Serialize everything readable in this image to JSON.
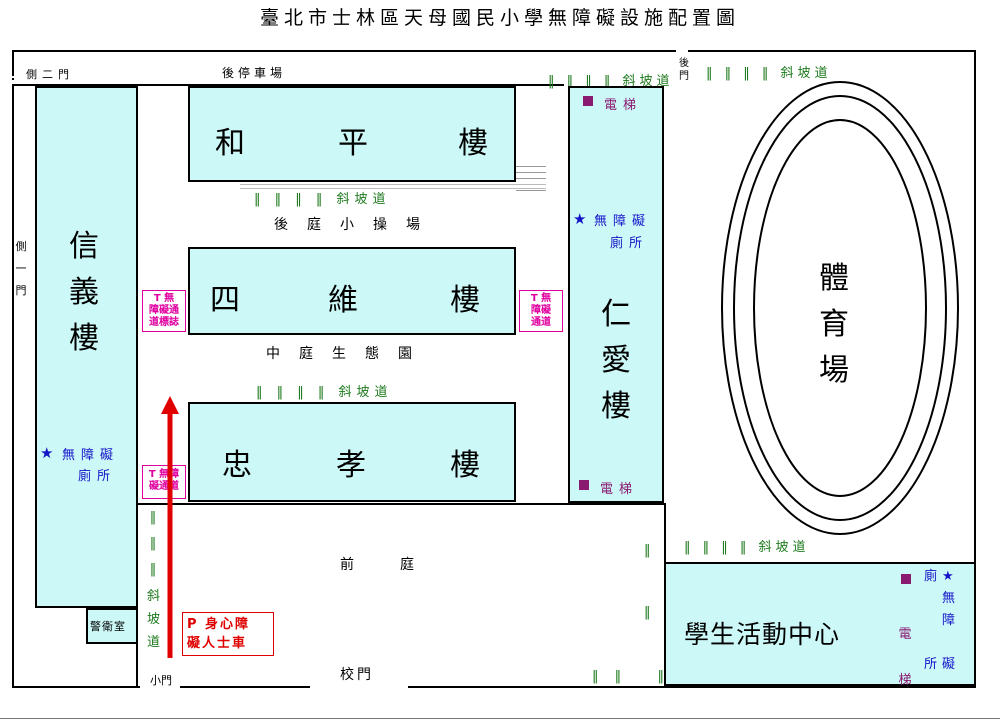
{
  "title": "臺北市士林區天母國民小學無障礙設施配置圖",
  "buildings": {
    "xinyi": "信義樓",
    "heping": [
      "和",
      "平",
      "樓"
    ],
    "siwei": [
      "四",
      "維",
      "樓"
    ],
    "zhongxiao": [
      "忠",
      "孝",
      "樓"
    ],
    "renai": "仁愛樓",
    "tiyuchang": "體育場",
    "activity_center": "學生活動中心",
    "guard_room": "警衛室"
  },
  "areas": {
    "back_parking": "後停車場",
    "back_playground": "後庭小操場",
    "middle_garden": "中庭生態園",
    "front_yard": "前庭",
    "school_gate": "校門",
    "small_gate": "小門",
    "side_gate_2": "側二門",
    "side_gate_1": "側一門",
    "back_gate": "後門"
  },
  "facilities": {
    "ramp": "斜坡道",
    "elevator": "電梯",
    "accessible_toilet": "無障礙廁所",
    "accessible_toilet_xinyi": [
      "無障礙",
      "廁所"
    ],
    "accessible_toilet_renai": [
      "無障礙",
      "廁所"
    ],
    "accessible_toilet_activity": "廁無障所礙",
    "disabled_parking": [
      "P 身心障",
      "礙人士車"
    ],
    "ramp_sign_left_top": [
      "T 無",
      "障礙通",
      "道標誌"
    ],
    "ramp_sign_right_top": [
      "T 無",
      "障礙",
      "通道"
    ],
    "ramp_sign_left_bottom": [
      "T 無障",
      "礙通道"
    ]
  },
  "colors": {
    "building_fill": "#cdf8f8",
    "ramp": "#1e7a1e",
    "toilet": "#1414c8",
    "elevator": "#8a1a70",
    "sign": "#e000a0",
    "parking": "#e00000"
  }
}
